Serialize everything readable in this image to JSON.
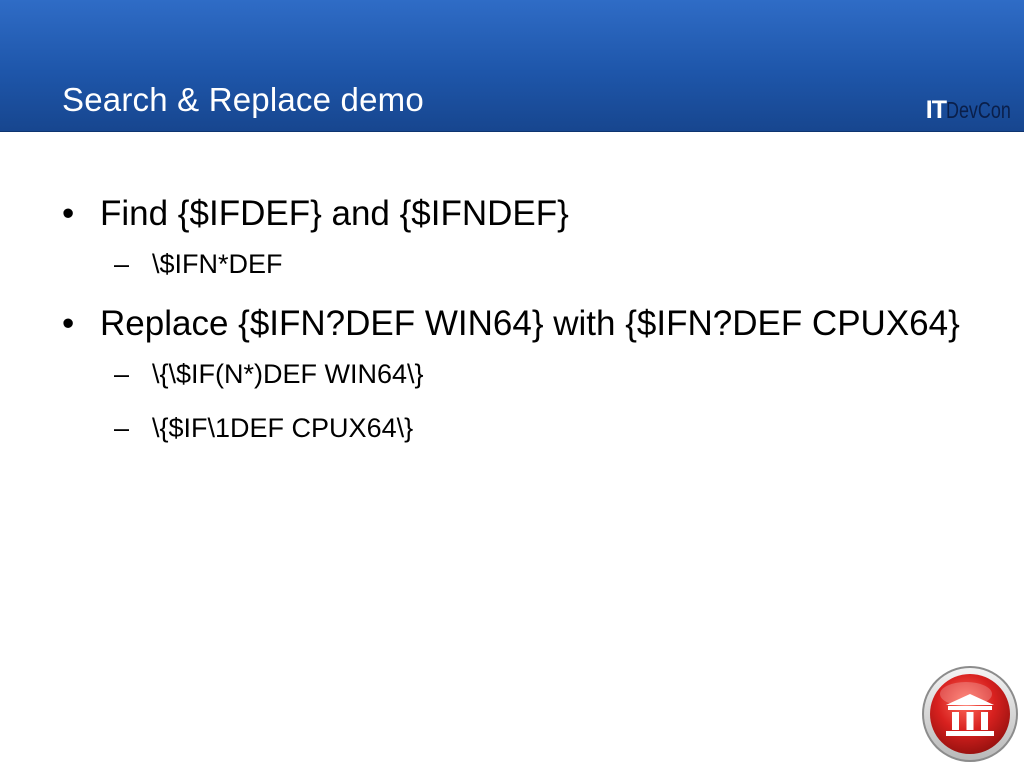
{
  "slide": {
    "title": "Search & Replace demo",
    "logo": {
      "part1": "IT",
      "part2": "DevCon"
    },
    "bullets": [
      {
        "text": "Find {$IFDEF} and {$IFNDEF}",
        "subs": [
          "\\$IFN*DEF"
        ]
      },
      {
        "text": "Replace {$IFN?DEF WIN64} with {$IFN?DEF CPUX64}",
        "subs": [
          "\\{\\$IF(N*)DEF WIN64\\}",
          "\\{$IF\\1DEF CPUX64\\}"
        ]
      }
    ],
    "bullet_glyph": "•",
    "dash_glyph": "–"
  },
  "colors": {
    "header": "#1e56aa",
    "title_text": "#ffffff",
    "logo_devcon": "#0a1f4a",
    "badge_red": "#d8211f"
  },
  "icons": [
    "institution-badge-icon"
  ]
}
